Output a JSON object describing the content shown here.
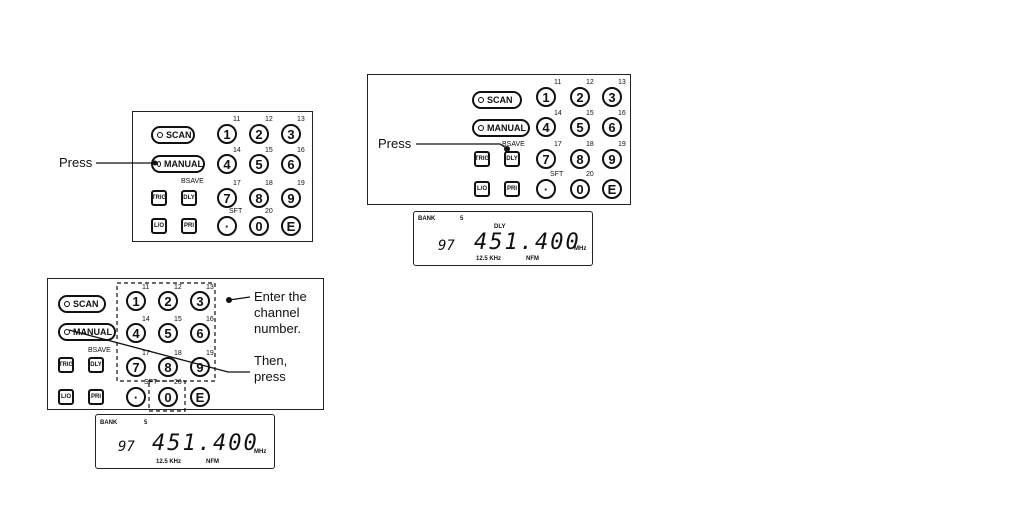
{
  "buttons": {
    "scan": "SCAN",
    "manual": "MANUAL",
    "trig": "TRIG",
    "dly": "DLY",
    "lo": "L/O",
    "pri": "PRI",
    "bsave": "BSAVE",
    "sft": "SFT",
    "dot": "·",
    "e": "E",
    "zero": "0"
  },
  "keys": [
    "1",
    "2",
    "3",
    "4",
    "5",
    "6",
    "7",
    "8",
    "9"
  ],
  "key_secondary": [
    "11",
    "12",
    "13",
    "14",
    "15",
    "16",
    "17",
    "18",
    "19",
    "20"
  ],
  "callouts": {
    "press": "Press",
    "enter": "Enter the",
    "channel": "channel",
    "number": "number.",
    "then": "Then,",
    "press_lc": "press"
  },
  "display": {
    "bank": "BANK",
    "bank_num": "5",
    "dly": "DLY",
    "channel": "97",
    "freq": "451.400",
    "unit": "MHz",
    "step": "12.5  KHz",
    "mode": "NFM"
  }
}
